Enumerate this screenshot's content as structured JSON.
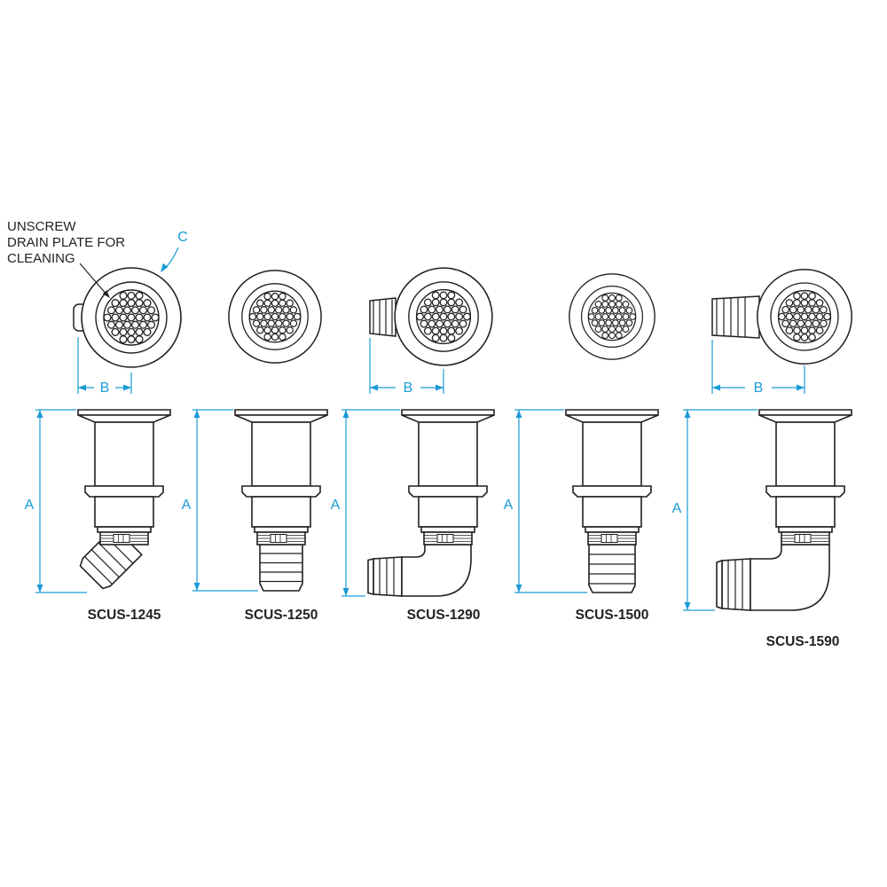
{
  "annotation_note": {
    "line1": "UNSCREW",
    "line2": "DRAIN PLATE FOR",
    "line3": "CLEANING"
  },
  "dimension_labels": {
    "a": "A",
    "b": "B",
    "c": "C"
  },
  "products": [
    {
      "model": "SCUS-1245"
    },
    {
      "model": "SCUS-1250"
    },
    {
      "model": "SCUS-1290"
    },
    {
      "model": "SCUS-1500"
    },
    {
      "model": "SCUS-1590"
    }
  ],
  "colors": {
    "dimension_accent": "#1b9ad6",
    "line_art": "#231f20"
  }
}
